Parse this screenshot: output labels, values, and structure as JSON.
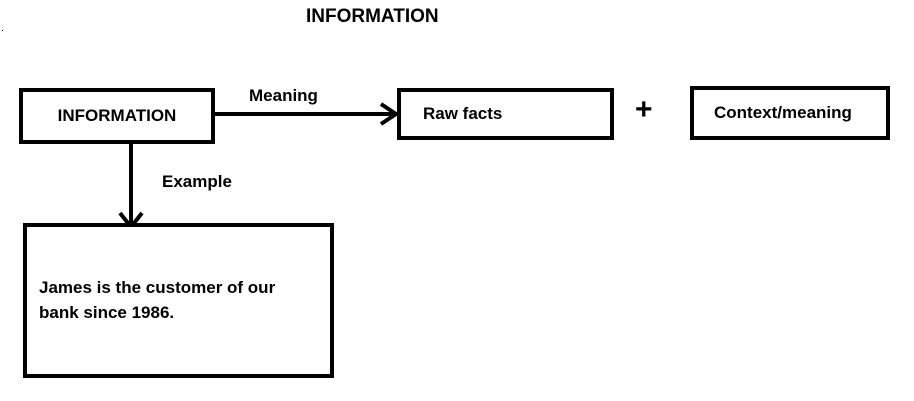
{
  "title": "INFORMATION",
  "nodes": {
    "information": "INFORMATION",
    "raw_facts": "Raw facts",
    "context": "Context/meaning",
    "example_text": "James is the customer of our bank since 1986."
  },
  "edges": {
    "meaning": "Meaning",
    "example": "Example"
  },
  "operator": "+"
}
